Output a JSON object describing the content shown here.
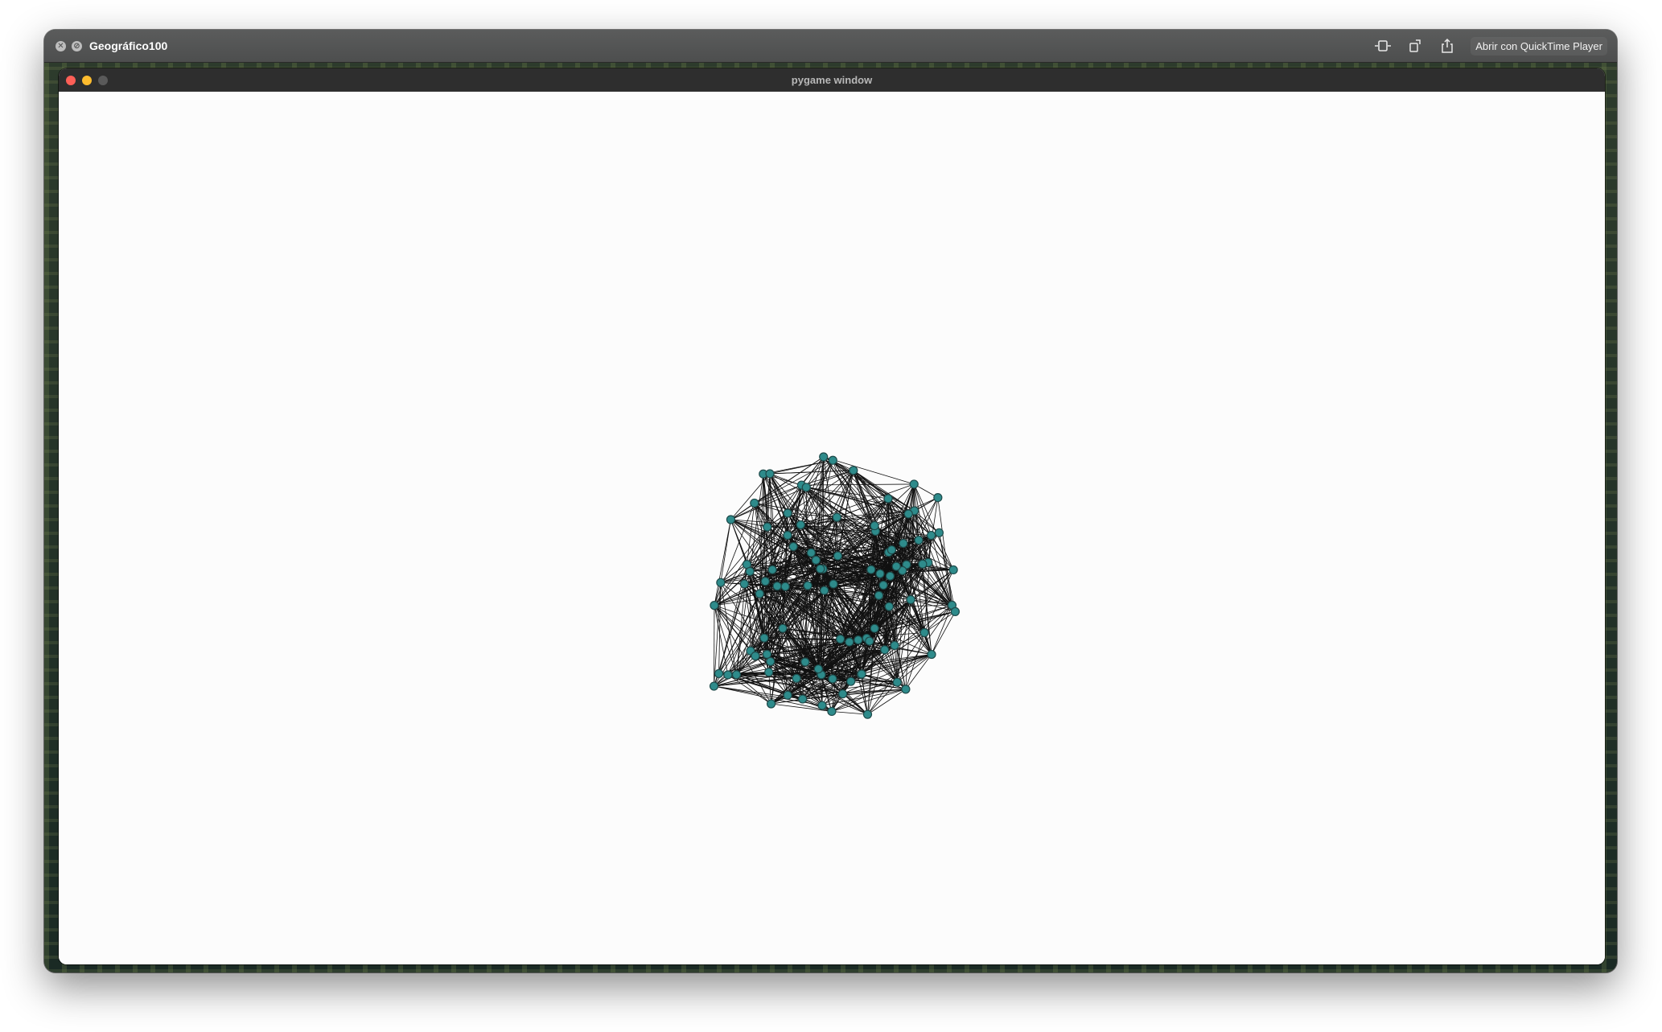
{
  "quicklook": {
    "title": "Geográfico100",
    "close_glyph": "✕",
    "fullscreen_glyph": "⊘",
    "open_button_label": "Abrir con QuickTime Player",
    "tools": [
      "trim-icon",
      "rotate-icon",
      "share-icon"
    ]
  },
  "pygame_window": {
    "title": "pygame window",
    "traffic_lights": [
      "close",
      "minimize",
      "zoom"
    ],
    "colors": {
      "close": "#ff5f57",
      "minimize": "#febc2e",
      "zoom": "#5a5a5a"
    }
  },
  "graph": {
    "node_count": 100,
    "node_color": "#2e8b8b",
    "node_outline": "#1e4a4a",
    "edge_color": "#111111",
    "background": "#fcfcfc"
  }
}
